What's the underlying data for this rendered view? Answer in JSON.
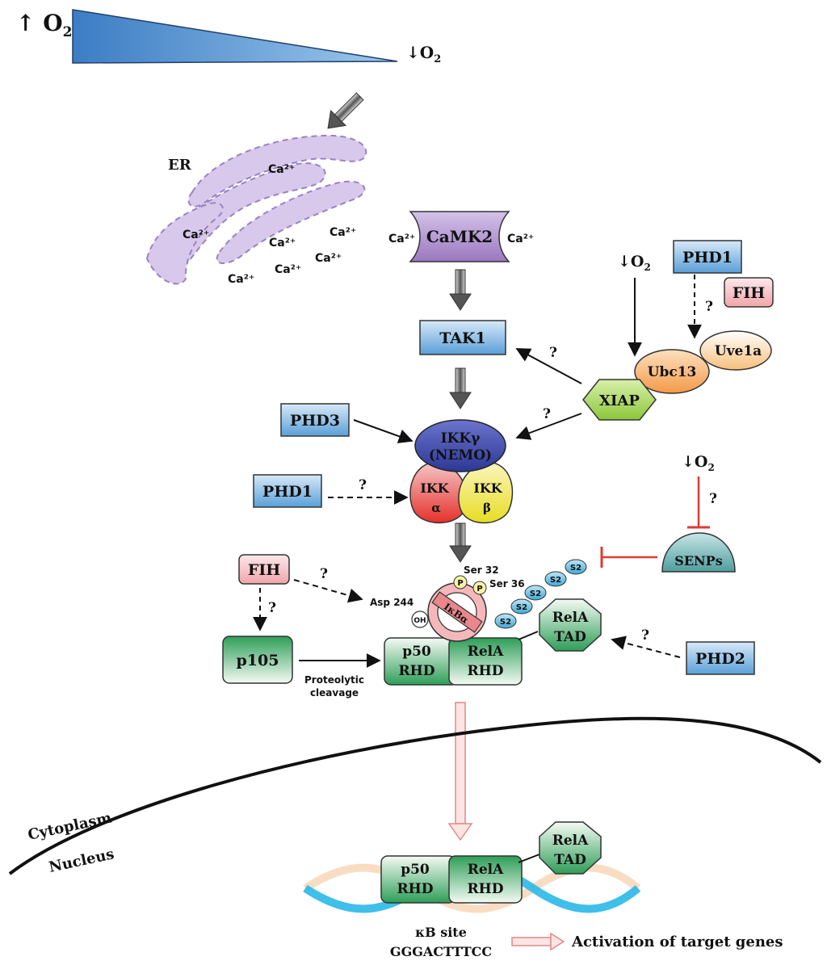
{
  "oxygen": {
    "high": "↑ O",
    "low": "↓O",
    "sub": "2"
  },
  "er": {
    "label": "ER",
    "ca_ion": "Ca²⁺"
  },
  "camk2": {
    "label": "CaMK2",
    "ca_left": "Ca²⁺",
    "ca_right": "Ca²⁺"
  },
  "tak1": {
    "label": "TAK1"
  },
  "low_o2_xiap": {
    "label": "↓O",
    "sub": "2"
  },
  "low_o2_senp": {
    "label": "↓O",
    "sub": "2"
  },
  "phd1_top": {
    "label": "PHD1"
  },
  "fih_top": {
    "label": "FIH"
  },
  "uve1a": {
    "label": "Uve1a"
  },
  "ubc13": {
    "label": "Ubc13"
  },
  "xiap": {
    "label": "XIAP"
  },
  "phd3": {
    "label": "PHD3"
  },
  "phd1_mid": {
    "label": "PHD1"
  },
  "ikk": {
    "gamma_line1": "IKKγ",
    "gamma_line2": "(NEMO)",
    "alpha_line1": "IKK",
    "alpha_line2": "α",
    "beta_line1": "IKK",
    "beta_line2": "β"
  },
  "senps": {
    "label": "SENPs"
  },
  "fih_mid": {
    "label": "FIH"
  },
  "p105": {
    "label": "p105"
  },
  "phd2": {
    "label": "PHD2"
  },
  "ikba": {
    "label": "IκBα",
    "ser32": "Ser 32",
    "ser36": "Ser 36",
    "asp244": "Asp 244",
    "p_mark": "P",
    "oh_mark": "OH",
    "sumo": "S2"
  },
  "complex_cyto": {
    "p50_line1": "p50",
    "p50_line2": "RHD",
    "rela_line1": "RelA",
    "rela_line2": "RHD",
    "tad_line1": "RelA",
    "tad_line2": "TAD"
  },
  "complex_nuc": {
    "p50_line1": "p50",
    "p50_line2": "RHD",
    "rela_line1": "RelA",
    "rela_line2": "RHD",
    "tad_line1": "RelA",
    "tad_line2": "TAD"
  },
  "proteolytic": {
    "line1": "Proteolytic",
    "line2": "cleavage"
  },
  "question_mark": "?",
  "compartments": {
    "cytoplasm": "Cytoplasm",
    "nucleus": "Nucleus"
  },
  "dna": {
    "site_label": "κB site",
    "sequence": "GGGACTTTCC"
  },
  "activation": {
    "label": "Activation of target genes"
  },
  "colors": {
    "blue_box": "#5a9fd8",
    "purple": "#a98bc9",
    "green": "#2ea05a",
    "pink": "#f2b8bc",
    "orange": "#f2a55a",
    "yellow": "#f0e84a",
    "red": "#e03a30",
    "teal": "#5fa9a9",
    "nemo": "#3a46a8",
    "sumo": "#4fb3d9"
  }
}
